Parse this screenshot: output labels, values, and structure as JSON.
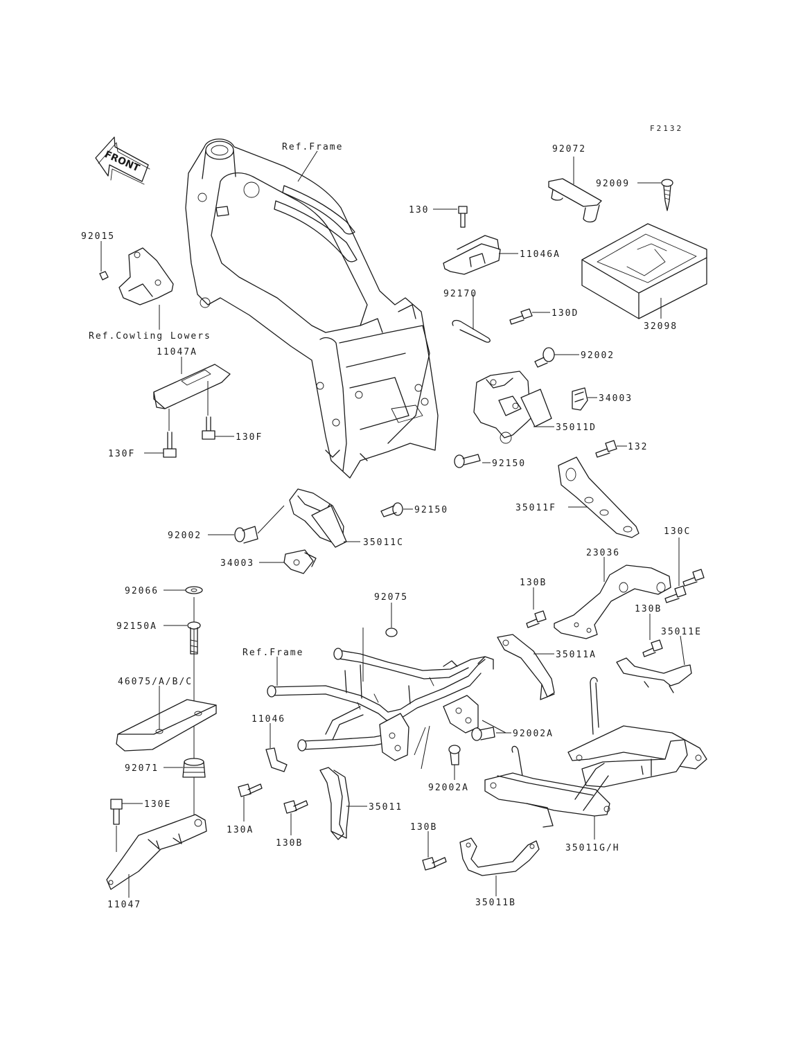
{
  "diagram": {
    "code": "F2132",
    "front_label": "FRONT",
    "refs": {
      "frame_upper": "Ref.Frame",
      "frame_lower": "Ref.Frame",
      "cowling": "Ref.Cowling Lowers"
    },
    "parts": {
      "p92072": "92072",
      "p92009": "92009",
      "p130_top": "130",
      "p11046A": "11046A",
      "p32098": "32098",
      "p92170": "92170",
      "p130D": "130D",
      "p92002_r": "92002",
      "p34003_r": "34003",
      "p35011D": "35011D",
      "p92150_r": "92150",
      "p132": "132",
      "p35011F": "35011F",
      "p130C": "130C",
      "p92015": "92015",
      "p11047A": "11047A",
      "p130F_r": "130F",
      "p130F_l": "130F",
      "p92002_l": "92002",
      "p92150_l": "92150",
      "p35011C": "35011C",
      "p34003_l": "34003",
      "p23036": "23036",
      "p130B_a": "130B",
      "p130B_b": "130B",
      "p35011E": "35011E",
      "p35011A": "35011A",
      "p92066": "92066",
      "p92150A": "92150A",
      "p46075": "46075/A/B/C",
      "p92071": "92071",
      "p130E": "130E",
      "p11047": "11047",
      "p92075": "92075",
      "p11046": "11046",
      "p130A": "130A",
      "p130B_c": "130B",
      "p35011": "35011",
      "p92002A_a": "92002A",
      "p92002A_b": "92002A",
      "p130B_d": "130B",
      "p35011B": "35011B",
      "p35011GH": "35011G/H"
    }
  }
}
